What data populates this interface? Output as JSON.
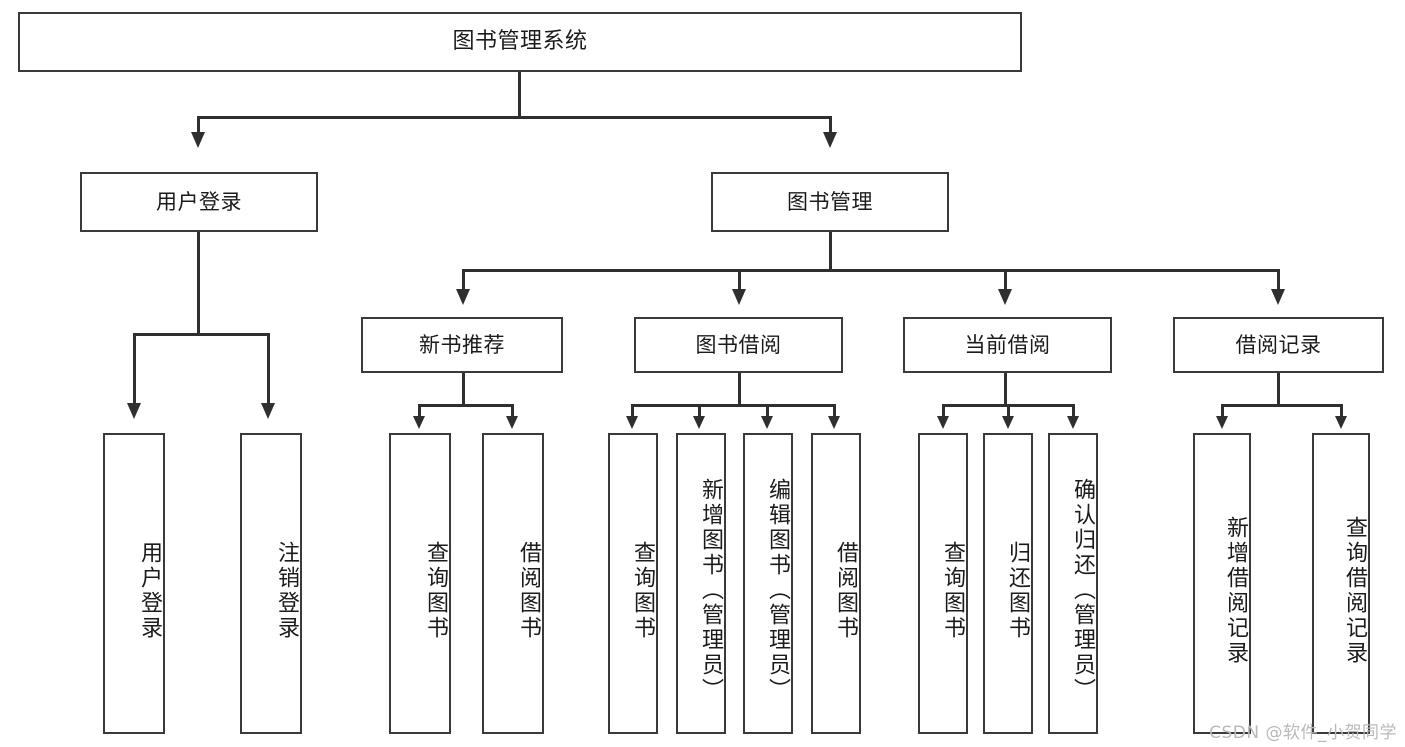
{
  "diagram": {
    "type": "tree-hierarchy",
    "title": "图书管理系统",
    "watermark": "CSDN @软件_小贺同学",
    "colors": {
      "background": "#ffffff",
      "box_border": "#3a3a3a",
      "connector": "#2f2f2f",
      "text": "#1b1b1b",
      "watermark": "#b9b9b9"
    },
    "nodes": {
      "root": {
        "label": "图书管理系统"
      },
      "level2": [
        {
          "id": "user-login",
          "label": "用户登录"
        },
        {
          "id": "book-manage",
          "label": "图书管理"
        }
      ],
      "level3": [
        {
          "id": "new-book-recommend",
          "label": "新书推荐"
        },
        {
          "id": "book-borrow",
          "label": "图书借阅"
        },
        {
          "id": "current-borrow",
          "label": "当前借阅"
        },
        {
          "id": "borrow-record",
          "label": "借阅记录"
        }
      ],
      "leaves": {
        "user_login": [
          {
            "id": "leaf-user-login",
            "label": "用户登录"
          },
          {
            "id": "leaf-logout-login",
            "label": "注销登录"
          }
        ],
        "new_book_recommend": [
          {
            "id": "leaf-query-book-1",
            "label": "查询图书"
          },
          {
            "id": "leaf-borrow-book-1",
            "label": "借阅图书"
          }
        ],
        "book_borrow": [
          {
            "id": "leaf-query-book-2",
            "label": "查询图书"
          },
          {
            "id": "leaf-add-book",
            "label": "新增图书（管理员）"
          },
          {
            "id": "leaf-edit-book",
            "label": "编辑图书（管理员）"
          },
          {
            "id": "leaf-borrow-book-2",
            "label": "借阅图书"
          }
        ],
        "current_borrow": [
          {
            "id": "leaf-query-book-3",
            "label": "查询图书"
          },
          {
            "id": "leaf-return-book",
            "label": "归还图书"
          },
          {
            "id": "leaf-confirm-return",
            "label": "确认归还（管理员）"
          }
        ],
        "borrow_record": [
          {
            "id": "leaf-add-record",
            "label": "新增借阅记录"
          },
          {
            "id": "leaf-query-record",
            "label": "查询借阅记录"
          }
        ]
      }
    },
    "edges": [
      {
        "from": "图书管理系统",
        "to": "用户登录"
      },
      {
        "from": "图书管理系统",
        "to": "图书管理"
      },
      {
        "from": "用户登录",
        "to": "用户登录"
      },
      {
        "from": "用户登录",
        "to": "注销登录"
      },
      {
        "from": "图书管理",
        "to": "新书推荐"
      },
      {
        "from": "图书管理",
        "to": "图书借阅"
      },
      {
        "from": "图书管理",
        "to": "当前借阅"
      },
      {
        "from": "图书管理",
        "to": "借阅记录"
      },
      {
        "from": "新书推荐",
        "to": "查询图书"
      },
      {
        "from": "新书推荐",
        "to": "借阅图书"
      },
      {
        "from": "图书借阅",
        "to": "查询图书"
      },
      {
        "from": "图书借阅",
        "to": "新增图书（管理员）"
      },
      {
        "from": "图书借阅",
        "to": "编辑图书（管理员）"
      },
      {
        "from": "图书借阅",
        "to": "借阅图书"
      },
      {
        "from": "当前借阅",
        "to": "查询图书"
      },
      {
        "from": "当前借阅",
        "to": "归还图书"
      },
      {
        "from": "当前借阅",
        "to": "确认归还（管理员）"
      },
      {
        "from": "借阅记录",
        "to": "新增借阅记录"
      },
      {
        "from": "借阅记录",
        "to": "查询借阅记录"
      }
    ]
  }
}
